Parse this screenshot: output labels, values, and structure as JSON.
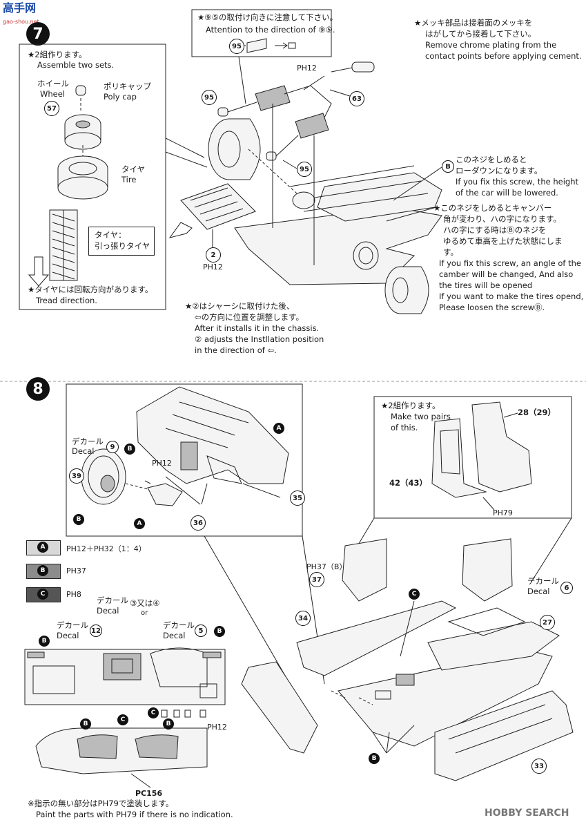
{
  "header": {
    "logo_text": "高手网",
    "site": "gao-shou.net"
  },
  "step7": {
    "number": "7",
    "assemble_jp": "★2組作ります。",
    "assemble_en": "Assemble two sets.",
    "wheel_jp": "ホイール",
    "wheel_en": "Wheel",
    "part_57": "57",
    "polycap_jp": "ポリキャップ",
    "polycap_en": "Poly cap",
    "tire_jp": "タイヤ",
    "tire_en": "Tire",
    "tire_note_jp1": "タイヤ：",
    "tire_note_jp2": "引っ張りタイヤ",
    "tread_jp": "★タイヤには回転方向があります。",
    "tread_en": "Tread direction.",
    "attention_jp": "★⑨⑤の取付け向きに注意して下さい。",
    "attention_en": "Attention to the direction of ⑨⑤.",
    "part_95": "95",
    "part_63": "63",
    "part_2": "2",
    "ph12": "PH12",
    "chrome_jp1": "★メッキ部品は接着面のメッキを",
    "chrome_jp2": "はがしてから接着して下さい。",
    "chrome_en1": "Remove chrome plating from the",
    "chrome_en2": "contact points before applying cement.",
    "screw_jp1": "このネジをしめると",
    "screw_jp2": "ローダウンになります。",
    "screw_en1": "If you fix this screw, the height",
    "screw_en2": "of the car will be lowered.",
    "screw_label": "B",
    "camber_jp1": "★このネジをしめるとキャンバー",
    "camber_jp2": "角が変わり、ハの字になります。",
    "camber_jp3": "ハの字にする時はⒷのネジを",
    "camber_jp4": "ゆるめて車高を上げた状態にしま",
    "camber_jp5": "す。",
    "camber_en1": "If you fix this screw, an angle of the",
    "camber_en2": "camber will be changed, And also",
    "camber_en3": "the tires will be opened",
    "camber_en4": "If you want to make the tires opend,",
    "camber_en5": "Please loosen the screwⒷ.",
    "chassis_jp1": "★②はシャーシに取付けた後、",
    "chassis_jp2": "⇦の方向に位置を調整します。",
    "chassis_en1": "After it installs it in the chassis.",
    "chassis_en2": "② adjusts the Instllation position",
    "chassis_en3": "in the direction of ⇦."
  },
  "step8": {
    "number": "8",
    "decal_jp": "デカール",
    "decal_en": "Decal",
    "part_9": "9",
    "part_39": "39",
    "part_36": "36",
    "part_35": "35",
    "ph12": "PH12",
    "label_a": "A",
    "label_b": "B",
    "label_c": "C",
    "two_pairs_jp": "★2組作ります。",
    "two_pairs_en1": "Make two pairs",
    "two_pairs_en2": "of this.",
    "part_28_29": "28（29）",
    "part_42_43": "42（43）",
    "ph79": "PH79",
    "legend": [
      {
        "key": "A",
        "color": "#d8d8d8",
        "text": "PH12＋PH32（1：4）"
      },
      {
        "key": "B",
        "color": "#8c8c8c",
        "text": "PH37"
      },
      {
        "key": "C",
        "color": "#555555",
        "text": "PH8"
      }
    ],
    "decal_3_4": "③又は④",
    "decal_or": "or",
    "part_12": "12",
    "part_5": "5",
    "part_37_b": "PH37（B）",
    "part_37": "37",
    "part_34": "34",
    "part_6": "6",
    "part_27": "27",
    "part_33": "33",
    "pc156": "PC156",
    "note_jp": "※指示の無い部分はPH79で塗装します。",
    "note_en": "Paint the parts with PH79 if there is no indication.",
    "watermark": "HOBBY SEARCH"
  }
}
